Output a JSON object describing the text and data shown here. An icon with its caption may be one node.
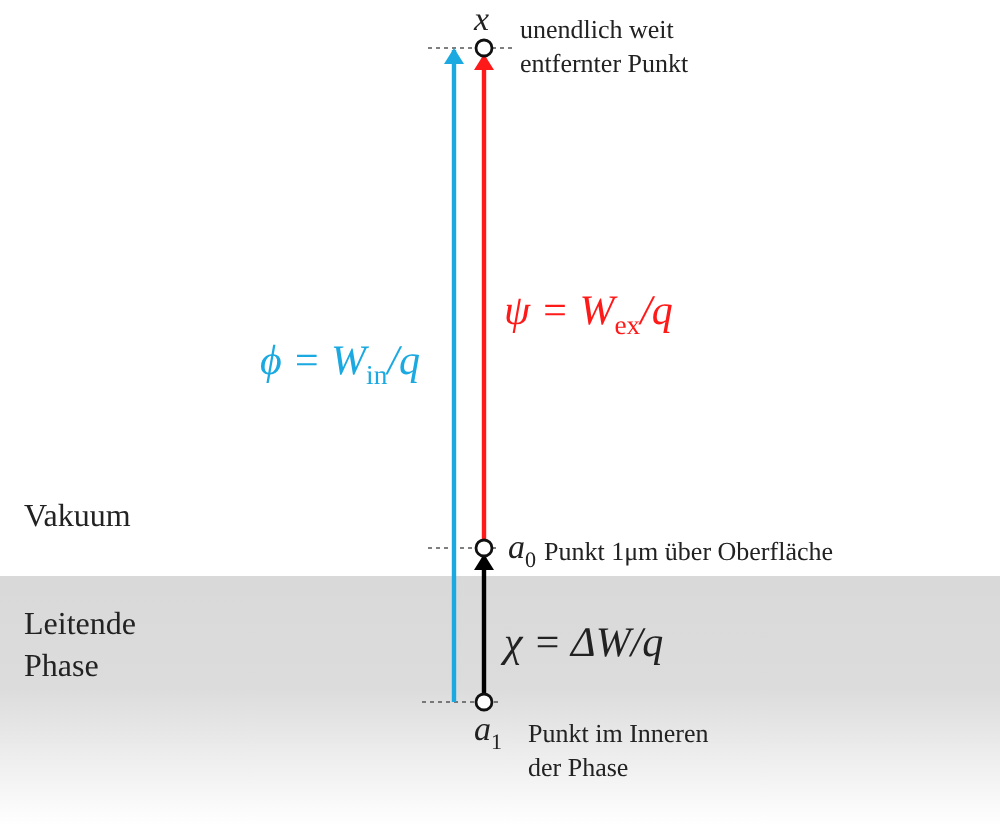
{
  "diagram": {
    "nodes": [
      {
        "text": [],
        "shape": "circle",
        "beside": [
          "x",
          "unendlich weit entfernter Punkt"
        ]
      },
      {
        "text": [],
        "shape": "circle",
        "beside": [
          "a$_{0}$",
          "Punkt 1μm über Oberfläche"
        ]
      },
      {
        "text": [],
        "shape": "circle",
        "beside": [
          "a$_{1}$",
          "Punkt im Inneren der Phase"
        ]
      }
    ],
    "edges": [
      {
        "from": 2,
        "to": 0,
        "arrow": "to",
        "label": "ϕ = W$_{in}$/q",
        "color": "#1aa9e0"
      },
      {
        "from": 1,
        "to": 0,
        "arrow": "to",
        "label": "ψ = W$_{ex}$/q",
        "color": "#ff1a1a"
      },
      {
        "from": 2,
        "to": 1,
        "arrow": "to",
        "label": "χ = ΔW/q",
        "color": "#000000"
      }
    ],
    "labels": [
      "Vakuum",
      "Leitende Phase"
    ]
  }
}
